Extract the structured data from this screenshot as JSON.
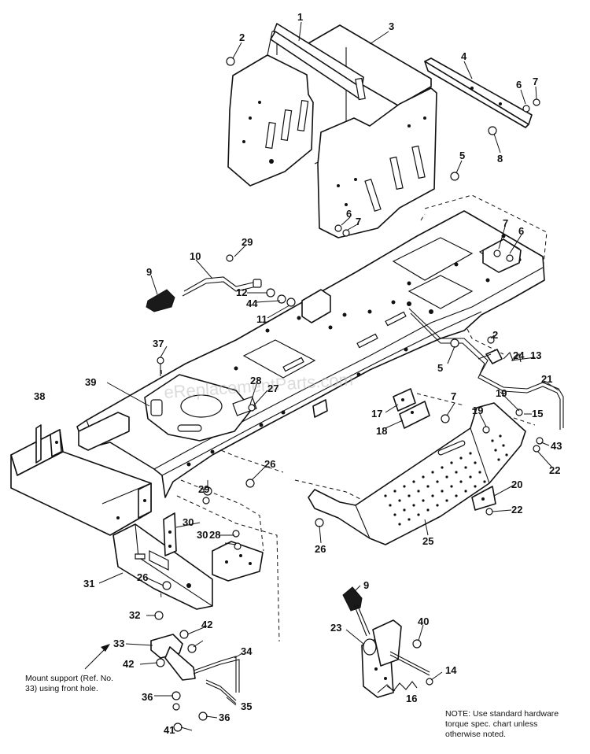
{
  "watermark": "eReplacementParts.com",
  "callouts": {
    "p1": "1",
    "p2": "2",
    "p2b": "2",
    "p3": "3",
    "p4": "4",
    "p5": "5",
    "p5b": "5",
    "p6": "6",
    "p6b": "6",
    "p6c": "6",
    "p7": "7",
    "p7b": "7",
    "p7c": "7",
    "p7d": "7",
    "p8": "8",
    "p9": "9",
    "p9b": "9",
    "p10": "10",
    "p11": "11",
    "p12": "12",
    "p13": "13",
    "p14": "14",
    "p15": "15",
    "p16": "16",
    "p17": "17",
    "p18": "18",
    "p19": "19",
    "p19b": "19",
    "p20": "20",
    "p21": "21",
    "p22": "22",
    "p22b": "22",
    "p23": "23",
    "p24": "24",
    "p25": "25",
    "p26": "26",
    "p26b": "26",
    "p26c": "26",
    "p27": "27",
    "p28": "28",
    "p28b": "28",
    "p29": "29",
    "p29b": "29",
    "p30": "30",
    "p30b": "30",
    "p31": "31",
    "p32": "32",
    "p33": "33",
    "p34": "34",
    "p35": "35",
    "p36": "36",
    "p36b": "36",
    "p37": "37",
    "p38": "38",
    "p39": "39",
    "p40": "40",
    "p41": "41",
    "p42": "42",
    "p42b": "42",
    "p43": "43",
    "p44": "44"
  },
  "notes": {
    "mount_line1": "Mount support (Ref. No.",
    "mount_line2": "33) using front hole.",
    "hardware_line1": "NOTE: Use standard hardware",
    "hardware_line2": "torque spec. chart unless",
    "hardware_line3": "otherwise noted."
  }
}
